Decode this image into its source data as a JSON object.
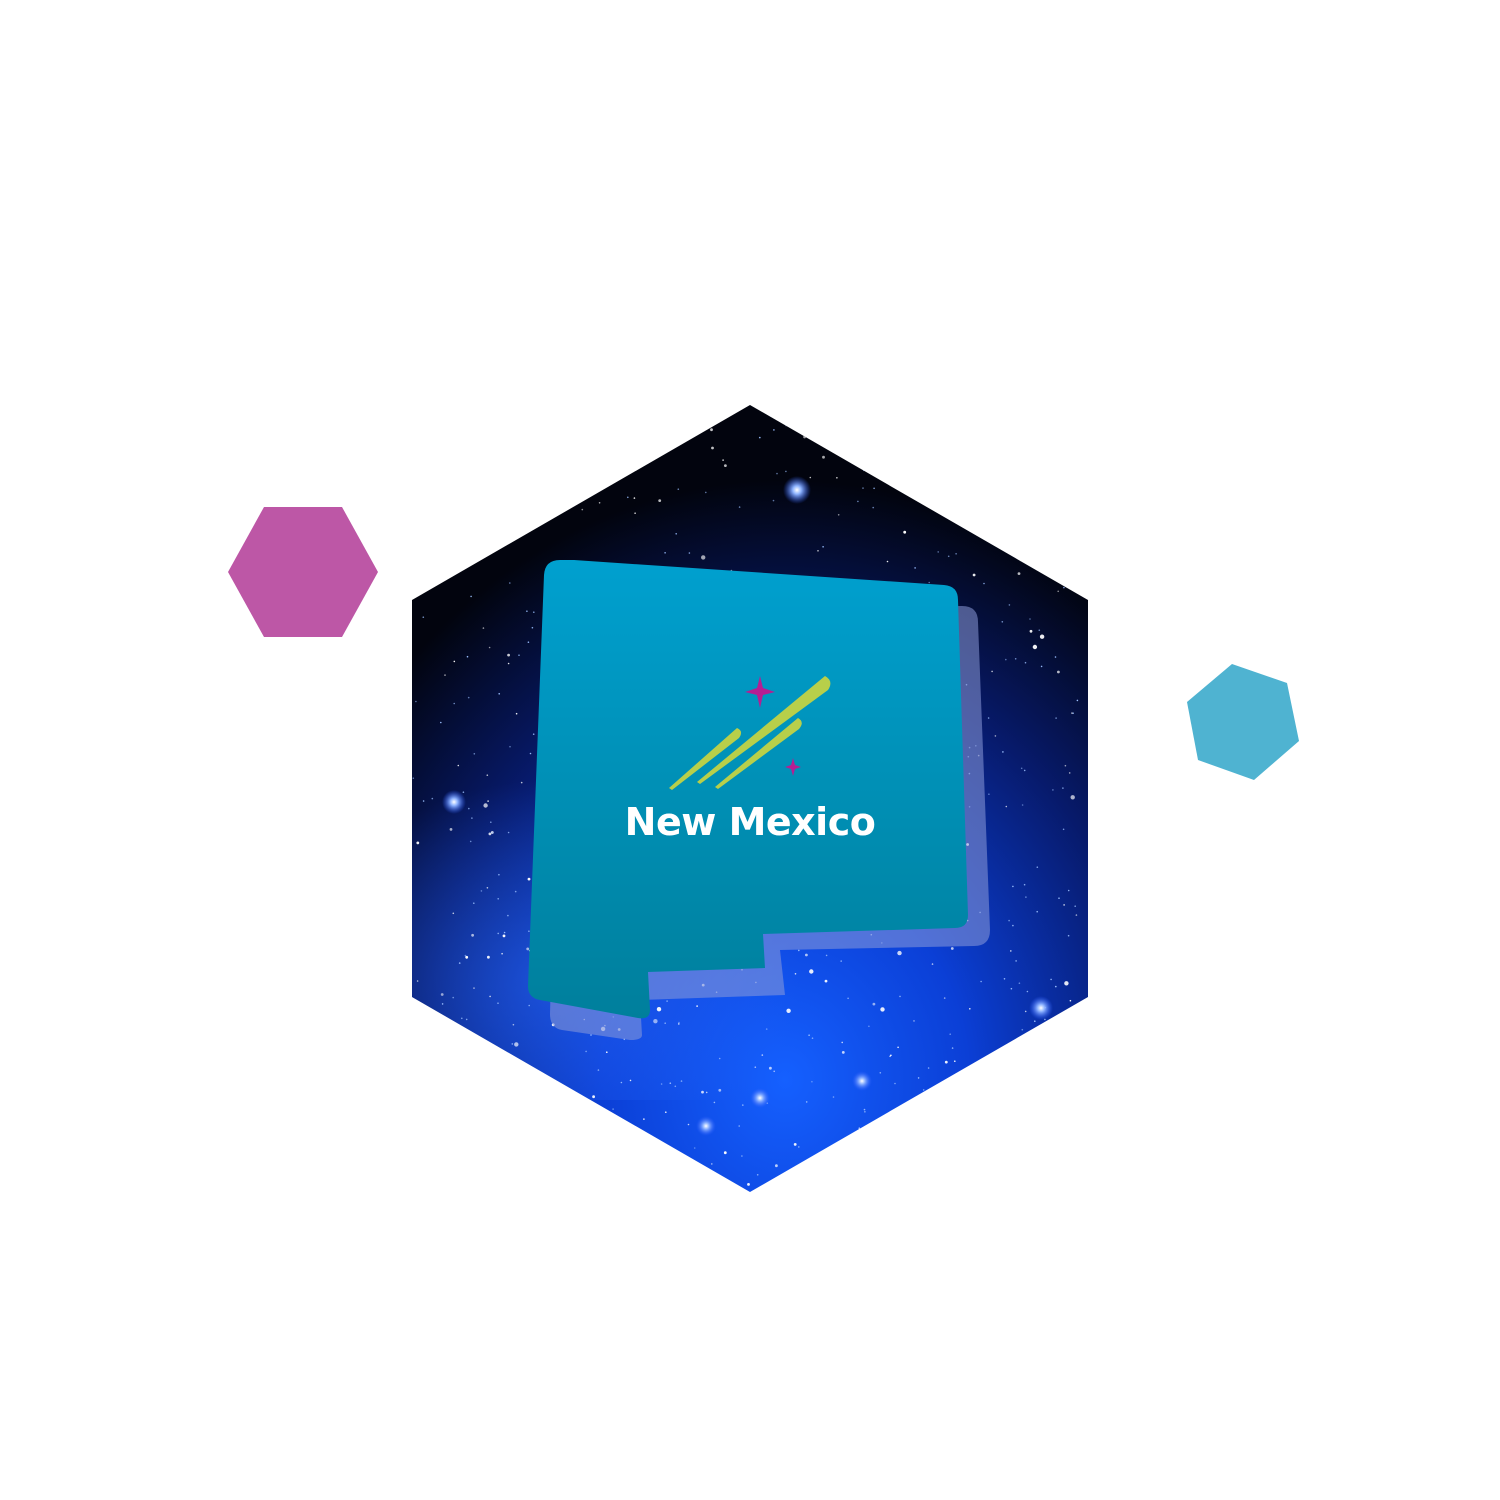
{
  "title": "New Mexico",
  "colors": {
    "background": "#ffffff",
    "hexagon_left": "#bd57a6",
    "hexagon_right": "#4fb3d1",
    "space_dark": "#02040e",
    "space_blue": "#0b3fd6",
    "state_top": "#00a0cf",
    "state_bottom": "#007f9c",
    "state_shadow": "#8d9ad9",
    "comet": "#b8cf4a",
    "sparkle": "#b51f93",
    "label": "#ffffff"
  },
  "decorations": {
    "left_hexagon": "purple-hexagon",
    "right_hexagon": "blue-hexagon",
    "main_hexagon": "starfield-hexagon",
    "emblem": "shooting-star-icon"
  }
}
